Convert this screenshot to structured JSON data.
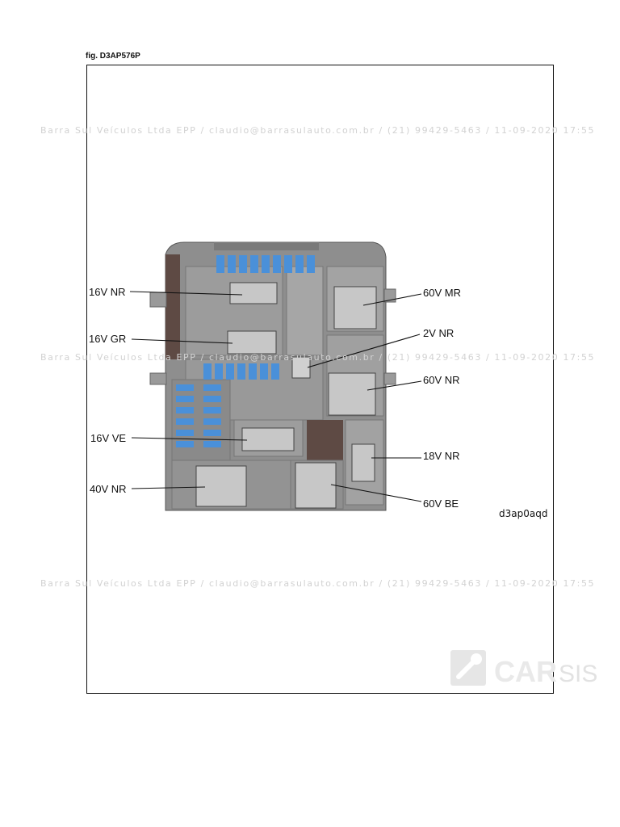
{
  "figure": {
    "label": "fig. D3AP576P",
    "reference_code": "d3ap0aqd"
  },
  "watermark": {
    "text": "Barra Sul Veículos Ltda EPP / claudio@barrasulauto.com.br / (21) 99429-5463 / 11-09-2020 17:55"
  },
  "callouts": [
    {
      "id": "16v-nr",
      "label": "16V NR"
    },
    {
      "id": "16v-gr",
      "label": "16V GR"
    },
    {
      "id": "16v-ve",
      "label": "16V VE"
    },
    {
      "id": "40v-nr",
      "label": "40V NR"
    },
    {
      "id": "60v-mr",
      "label": "60V MR"
    },
    {
      "id": "2v-nr",
      "label": "2V NR"
    },
    {
      "id": "60v-nr",
      "label": "60V NR"
    },
    {
      "id": "18v-nr",
      "label": "18V NR"
    },
    {
      "id": "60v-be",
      "label": "60V BE"
    }
  ],
  "logo": {
    "text": "SIS"
  },
  "colors": {
    "housing": "#8e8e8e",
    "housing_dark": "#6f6f6f",
    "fuse": "#4a90d9",
    "text": "#111111",
    "watermark": "#d2d2d2"
  }
}
